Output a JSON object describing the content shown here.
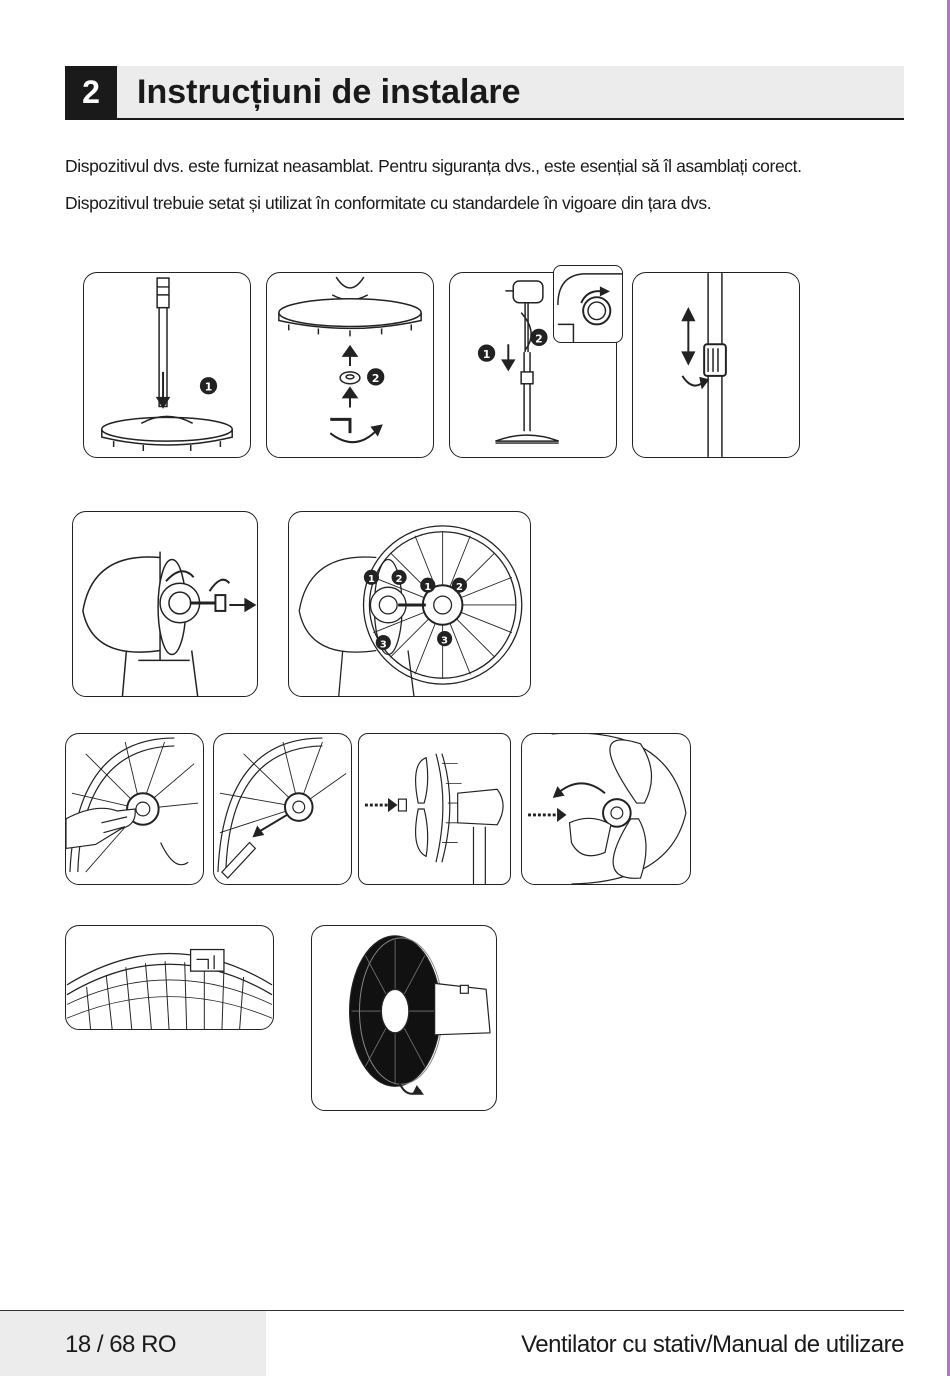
{
  "section": {
    "number": "2",
    "title": "Instrucțiuni de instalare"
  },
  "intro": {
    "line1": "Dispozitivul dvs. este furnizat neasamblat. Pentru siguranța dvs., este esențial să îl asamblați corect.",
    "line2": "Dispozitivul trebuie setat și utilizat în conformitate cu standardele în vigoare din țara dvs."
  },
  "callouts": {
    "one": "1",
    "two": "2",
    "three": "3"
  },
  "footer": {
    "page": "18 / 68 RO",
    "doc_title": "Ventilator cu stativ/Manual de utilizare"
  },
  "colors": {
    "text": "#1a1a1a",
    "header_bg": "#ececec",
    "edge_accent": "#b07ac0"
  }
}
